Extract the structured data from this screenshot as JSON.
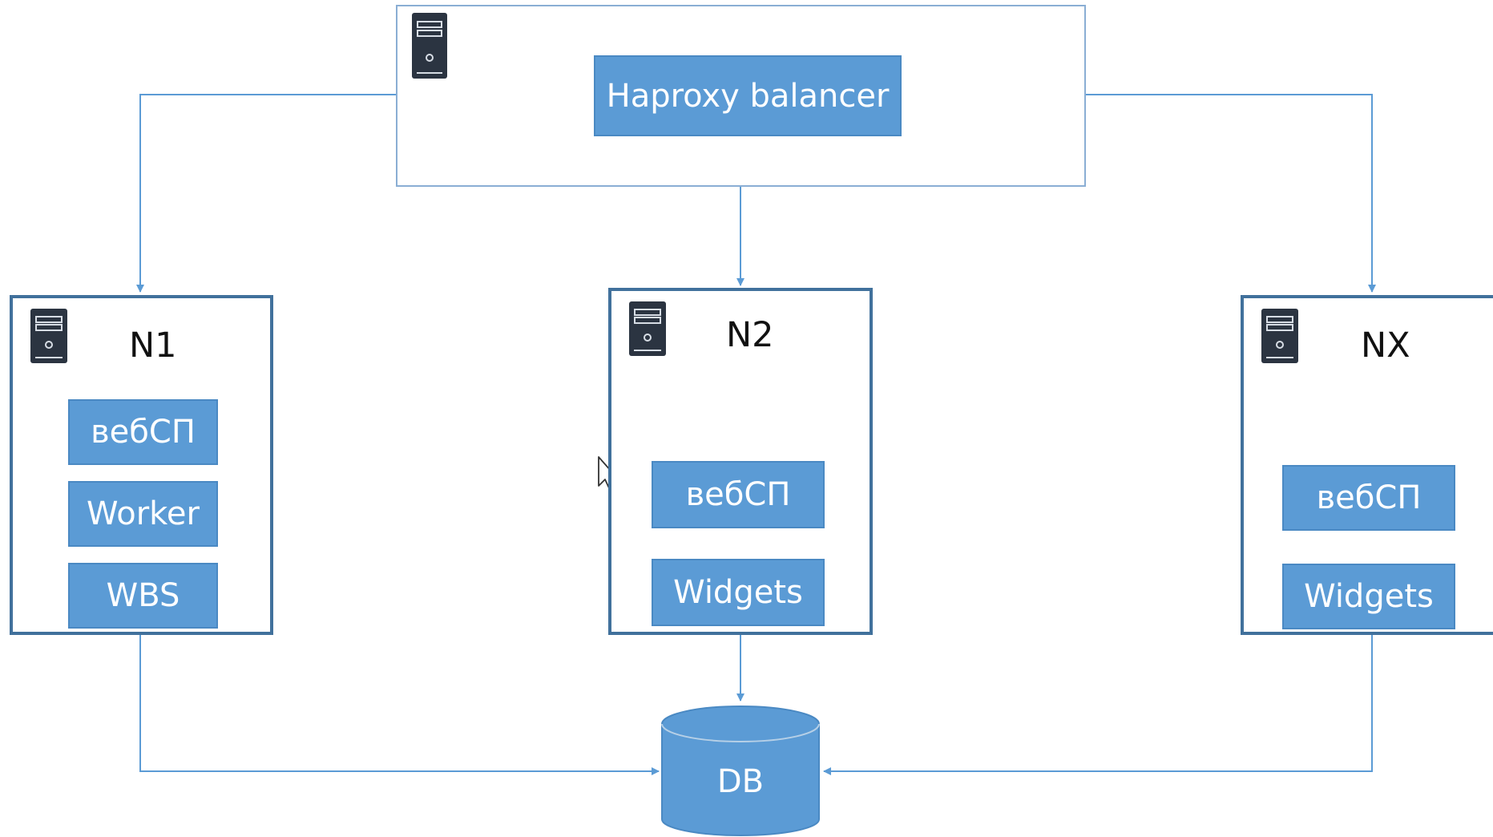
{
  "balancer": {
    "label": "Haproxy balancer"
  },
  "nodes": [
    {
      "title": "N1",
      "services": [
        "вебСП",
        "Worker",
        "WBS"
      ]
    },
    {
      "title": "N2",
      "services": [
        "вебСП",
        "Widgets"
      ]
    },
    {
      "title": "NX",
      "services": [
        "вебСП",
        "Widgets"
      ]
    }
  ],
  "database": {
    "label": "DB"
  },
  "colors": {
    "box_fill": "#5b9bd5",
    "connector": "#5b9bd5",
    "frame": "#41719c",
    "icon": "#2b3441"
  },
  "icons": {
    "server": "server-icon",
    "cursor": "mouse-pointer-icon"
  }
}
